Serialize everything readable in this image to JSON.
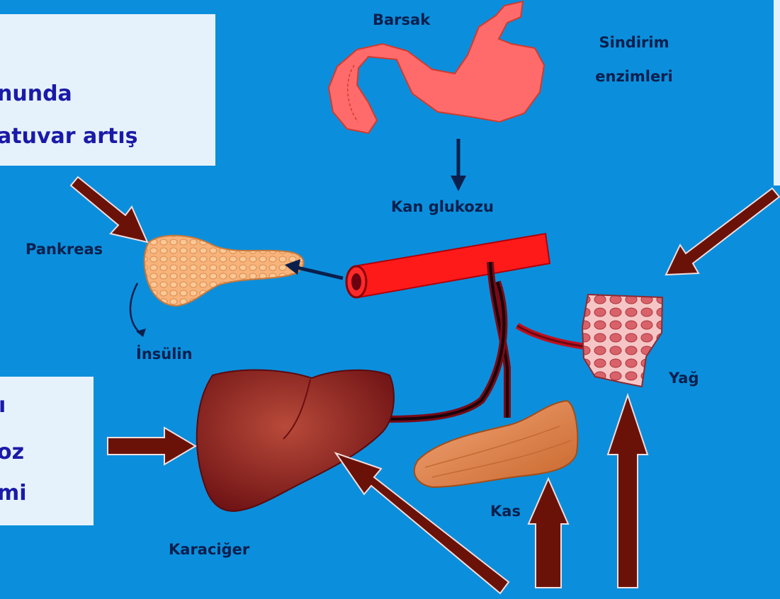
{
  "boxes": {
    "top_left": {
      "line1": "nunda",
      "line2": "atuvar artış"
    },
    "bottom_left": {
      "line1": "ı",
      "line2": "oz",
      "line3": "mi"
    }
  },
  "labels": {
    "barsak": "Barsak",
    "sindirim_1": "Sindirim",
    "sindirim_2": "enzimleri",
    "kan_glukozu": "Kan glukozu",
    "pankreas": "Pankreas",
    "insulin": "İnsülin",
    "yag": "Yağ",
    "karaciger": "Karaciğer",
    "kas": "Kas"
  },
  "colors": {
    "background": "#0b8fdc",
    "box": "#e6f2fb",
    "box_text": "#1a1aa8",
    "arrow_fill": "#6b1208",
    "vessel": "#e3191b"
  }
}
